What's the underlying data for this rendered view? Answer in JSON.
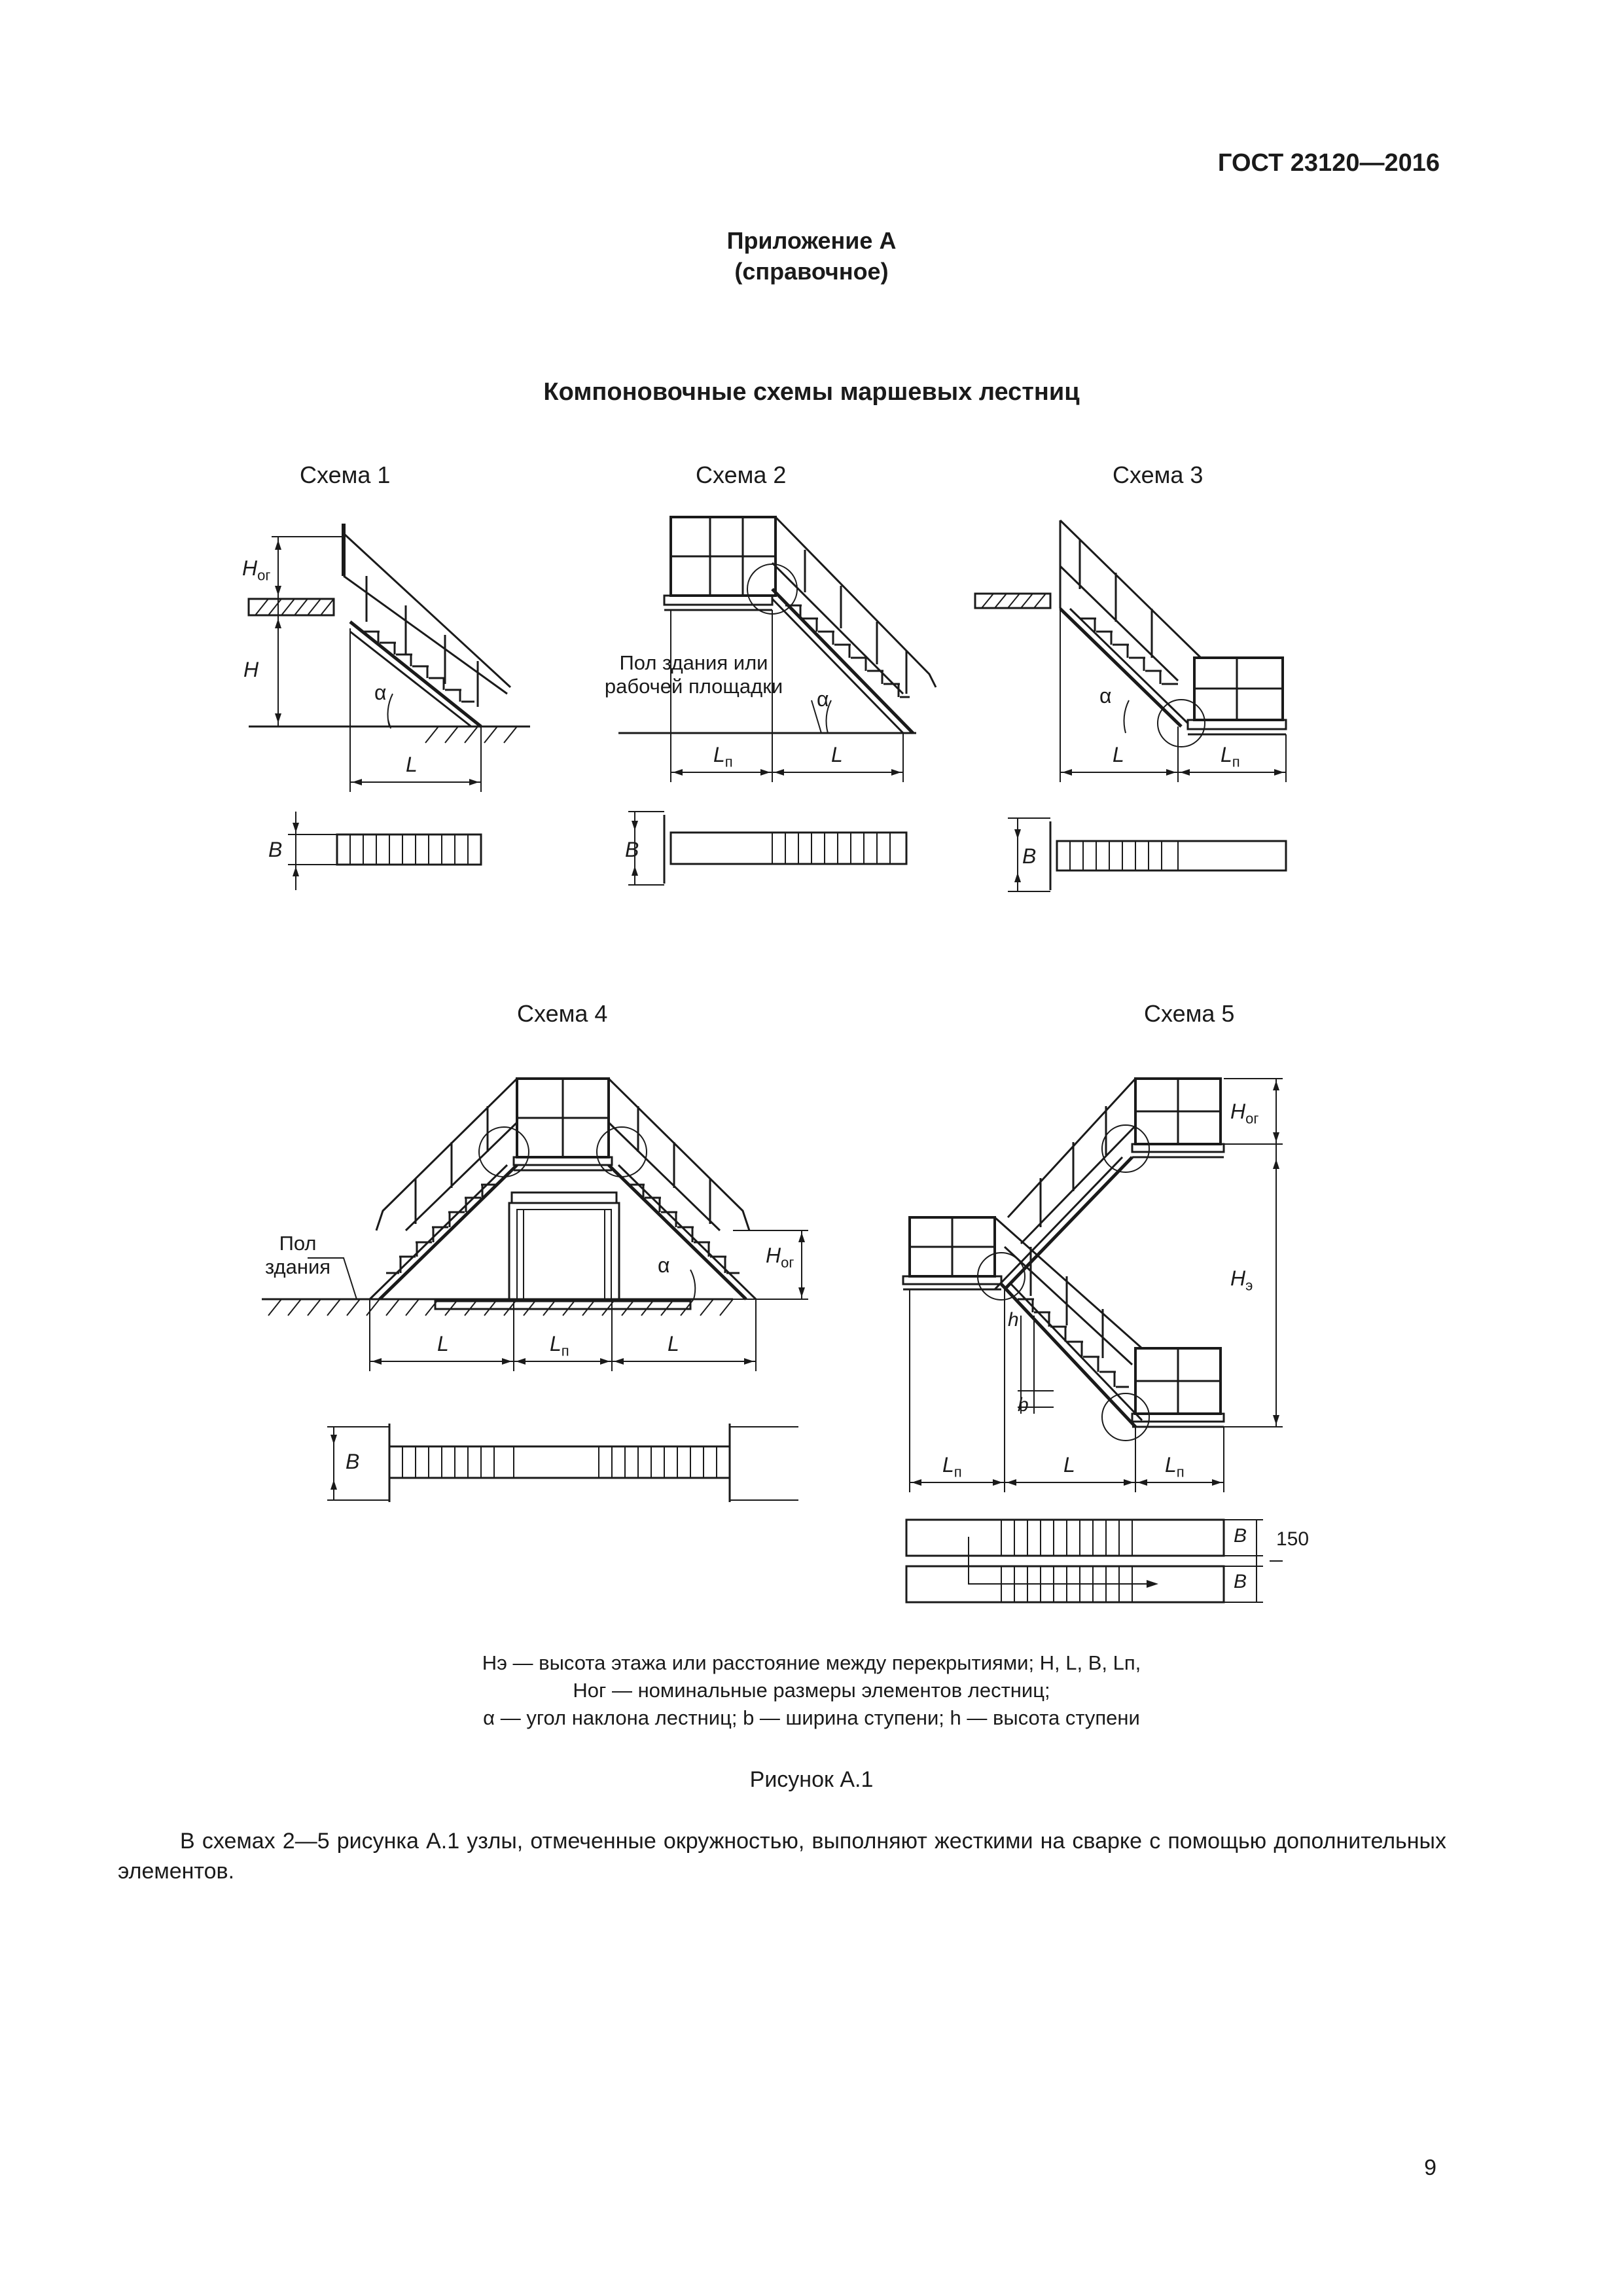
{
  "header": {
    "doc_code": "ГОСТ 23120—2016"
  },
  "annex": {
    "title": "Приложение А",
    "type": "(справочное)"
  },
  "figure": {
    "title": "Компоновочные схемы маршевых лестниц",
    "schemes": [
      {
        "label": "Схема 1"
      },
      {
        "label": "Схема 2"
      },
      {
        "label": "Схема 3"
      },
      {
        "label": "Схема 4"
      },
      {
        "label": "Схема 5"
      }
    ],
    "annotations": {
      "floor_platform_line1": "Пол здания или",
      "floor_platform_line2": "рабочей площадки",
      "floor_line1": "Пол",
      "floor_line2": "здания",
      "H": "H",
      "L": "L",
      "B": "B",
      "Ln_main": "L",
      "Ln_sub": "п",
      "Hog_main": "H",
      "Hog_sub": "ог",
      "He_main": "H",
      "He_sub": "э",
      "alpha": "α",
      "b": "b",
      "h": "h",
      "dim_150": "150"
    },
    "legend": {
      "line1": "Hэ — высота этажа или расстояние между перекрытиями; H, L, B, Lп,",
      "line2": "Hог — номинальные размеры элементов лестниц;",
      "line3": "α — угол наклона лестниц; b — ширина ступени; h — высота ступени"
    },
    "caption": "Рисунок А.1"
  },
  "paragraph": "В схемах 2—5 рисунка А.1 узлы, отмеченные окружностью, выполняют жесткими на сварке с помощью дополнительных элементов.",
  "page_number": "9"
}
